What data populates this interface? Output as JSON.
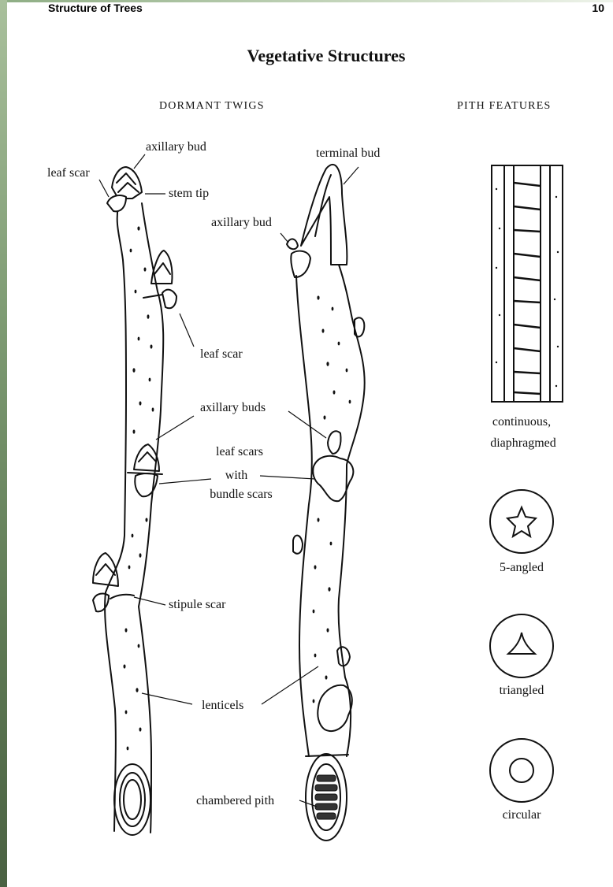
{
  "header": {
    "left_title": "Structure of Trees",
    "page_number": "10"
  },
  "figure": {
    "title": "Vegetative Structures",
    "left_column_heading": "DORMANT TWIGS",
    "right_column_heading": "PITH FEATURES"
  },
  "labels": {
    "axillary_bud_top": "axillary bud",
    "leaf_scar_top": "leaf scar",
    "stem_tip": "stem tip",
    "terminal_bud": "terminal bud",
    "axillary_bud_right": "axillary bud",
    "leaf_scar_mid": "leaf scar",
    "axillary_buds": "axillary buds",
    "leaf_scars": "leaf scars",
    "with": "with",
    "bundle_scars": "bundle scars",
    "stipule_scar": "stipule scar",
    "lenticels": "lenticels",
    "chambered_pith": "chambered pith"
  },
  "pith_features": {
    "continuous_line1": "continuous,",
    "continuous_line2": "diaphragmed",
    "five_angled": "5-angled",
    "triangled": "triangled",
    "circular": "circular"
  }
}
